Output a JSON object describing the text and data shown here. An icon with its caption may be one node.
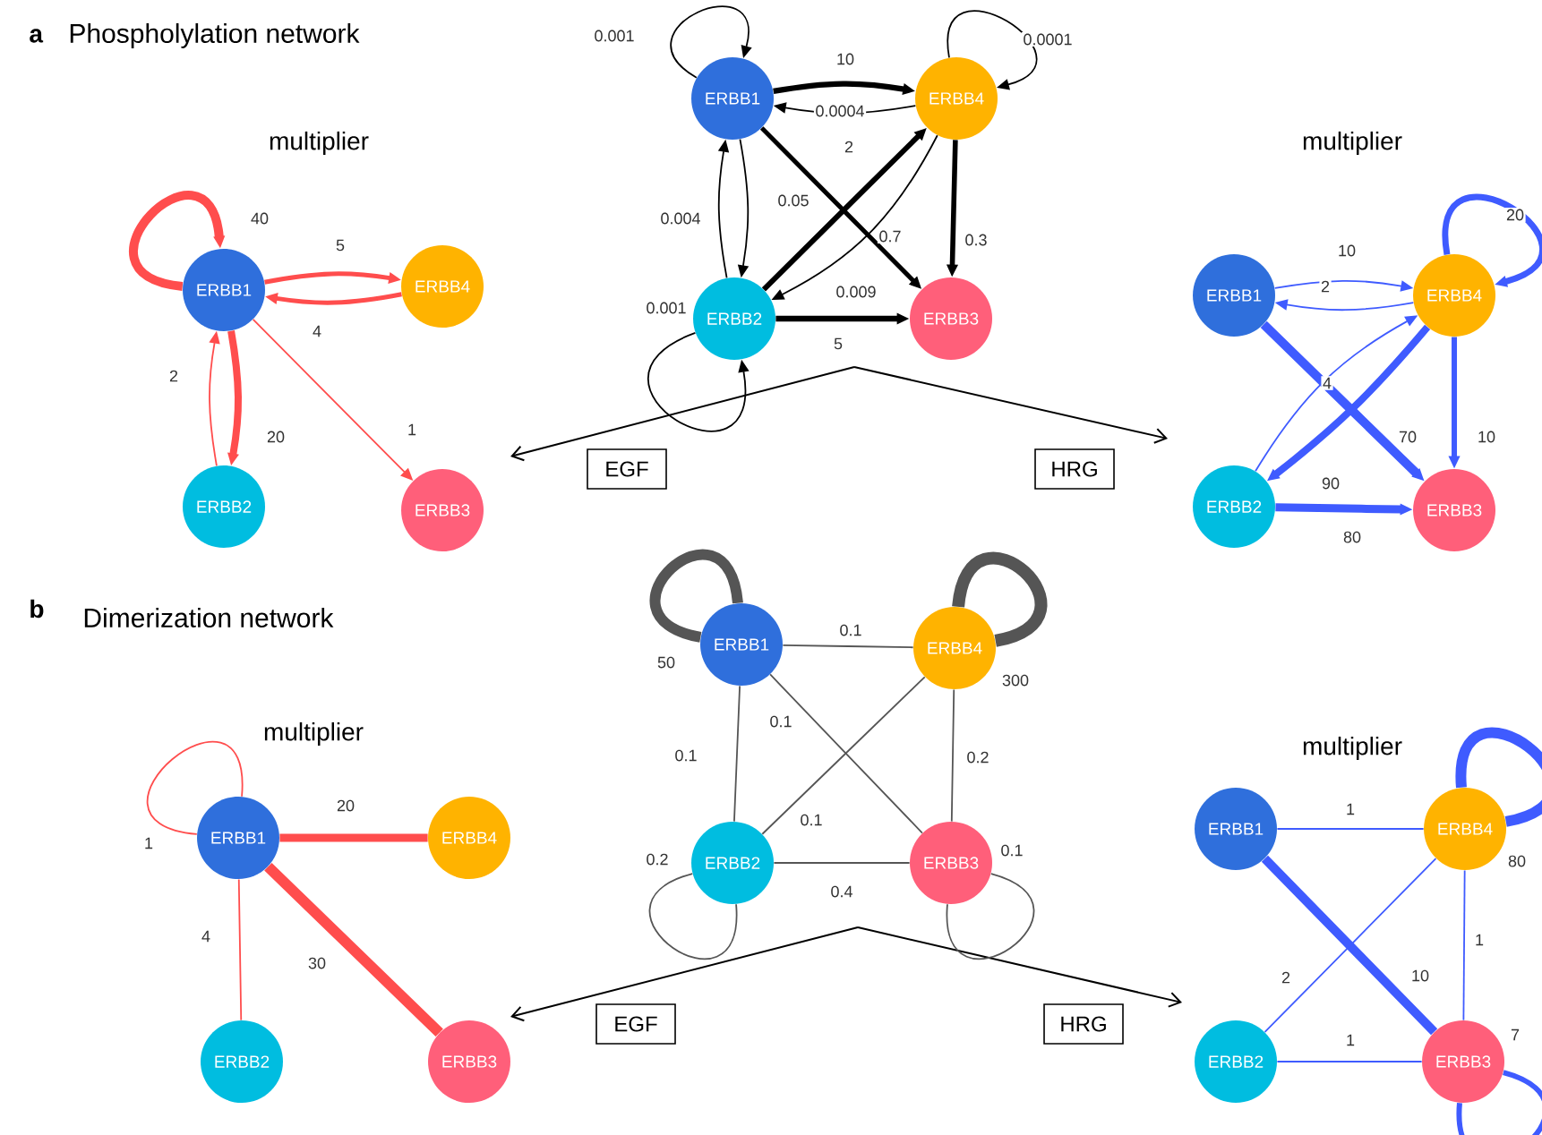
{
  "diagram": {
    "nodes": [
      {
        "text": [
          "ERBB1"
        ]
      },
      {
        "text": [
          "ERBB4"
        ]
      },
      {
        "text": [
          "ERBB2"
        ]
      },
      {
        "text": [
          "ERBB3"
        ]
      },
      {
        "text": [
          "ERBB1"
        ]
      },
      {
        "text": [
          "ERBB4"
        ]
      },
      {
        "text": [
          "ERBB2"
        ]
      },
      {
        "text": [
          "ERBB3"
        ]
      },
      {
        "text": [
          "ERBB1"
        ]
      },
      {
        "text": [
          "ERBB4"
        ]
      },
      {
        "text": [
          "ERBB2"
        ]
      },
      {
        "text": [
          "ERBB3"
        ]
      },
      {
        "text": [
          "EGF"
        ]
      },
      {
        "text": [
          "HRG"
        ]
      },
      {
        "text": [
          "ERBB1"
        ]
      },
      {
        "text": [
          "ERBB4"
        ]
      },
      {
        "text": [
          "ERBB2"
        ]
      },
      {
        "text": [
          "ERBB3"
        ]
      },
      {
        "text": [
          "ERBB1"
        ]
      },
      {
        "text": [
          "ERBB4"
        ]
      },
      {
        "text": [
          "ERBB2"
        ]
      },
      {
        "text": [
          "ERBB3"
        ]
      },
      {
        "text": [
          "ERBB1"
        ]
      },
      {
        "text": [
          "ERBB4"
        ]
      },
      {
        "text": [
          "ERBB2"
        ]
      },
      {
        "text": [
          "ERBB3"
        ]
      },
      {
        "text": [
          "EGF"
        ]
      },
      {
        "text": [
          "HRG"
        ]
      }
    ],
    "edges": [
      {
        "from": 0,
        "to": 0,
        "arrow": "to",
        "label": "0.001",
        "color": "#000000"
      },
      {
        "from": 0,
        "to": 1,
        "arrow": "to",
        "label": "10",
        "style": "thick",
        "color": "#000000"
      },
      {
        "from": 1,
        "to": 0,
        "arrow": "to",
        "label": "0.0004",
        "color": "#000000"
      },
      {
        "from": 1,
        "to": 1,
        "arrow": "to",
        "label": "0.0001",
        "color": "#000000"
      },
      {
        "from": 2,
        "to": 1,
        "arrow": "to",
        "label": "2",
        "style": "thick",
        "color": "#000000"
      },
      {
        "from": 1,
        "to": 2,
        "arrow": "to",
        "label": "0.009",
        "color": "#000000"
      },
      {
        "from": 0,
        "to": 2,
        "arrow": "to",
        "label": "0.05",
        "color": "#000000"
      },
      {
        "from": 2,
        "to": 0,
        "arrow": "to",
        "label": "0.004",
        "color": "#000000"
      },
      {
        "from": 0,
        "to": 3,
        "arrow": "to",
        "label": "0.7",
        "style": "thick",
        "color": "#000000"
      },
      {
        "from": 1,
        "to": 3,
        "arrow": "to",
        "label": "0.3",
        "style": "thick",
        "color": "#000000"
      },
      {
        "from": 2,
        "to": 3,
        "arrow": "to",
        "label": "5",
        "style": "thick",
        "color": "#000000"
      },
      {
        "from": 2,
        "to": 2,
        "arrow": "to",
        "label": "0.001",
        "color": "#000000"
      },
      {
        "from": 4,
        "to": 4,
        "arrow": "to",
        "label": "40",
        "style": "thick",
        "color": "#ff4d4d"
      },
      {
        "from": 4,
        "to": 5,
        "arrow": "to",
        "label": "5",
        "style": "thick",
        "color": "#ff4d4d"
      },
      {
        "from": 5,
        "to": 4,
        "arrow": "to",
        "label": "4",
        "style": "thick",
        "color": "#ff4d4d"
      },
      {
        "from": 6,
        "to": 4,
        "arrow": "to",
        "label": "2",
        "color": "#ff4d4d"
      },
      {
        "from": 4,
        "to": 6,
        "arrow": "to",
        "label": "20",
        "style": "thick",
        "color": "#ff4d4d"
      },
      {
        "from": 4,
        "to": 7,
        "arrow": "to",
        "label": "1",
        "color": "#ff4d4d"
      },
      {
        "from": 8,
        "to": 9,
        "arrow": "to",
        "label": "10",
        "color": "#3f5bff"
      },
      {
        "from": 9,
        "to": 8,
        "arrow": "to",
        "label": "2",
        "color": "#3f5bff"
      },
      {
        "from": 10,
        "to": 9,
        "arrow": "to",
        "label": "4",
        "color": "#3f5bff"
      },
      {
        "from": 9,
        "to": 10,
        "arrow": "to",
        "label": "90",
        "style": "thick",
        "color": "#3f5bff"
      },
      {
        "from": 8,
        "to": 11,
        "arrow": "to",
        "label": "70",
        "style": "thick",
        "color": "#3f5bff"
      },
      {
        "from": 9,
        "to": 11,
        "arrow": "to",
        "label": "10",
        "style": "thick",
        "color": "#3f5bff"
      },
      {
        "from": 10,
        "to": 11,
        "arrow": "to",
        "label": "80",
        "style": "thick",
        "color": "#3f5bff"
      },
      {
        "from": 9,
        "to": 9,
        "arrow": "to",
        "label": "20",
        "style": "thick",
        "color": "#3f5bff"
      },
      {
        "from": 14,
        "to": 14,
        "arrow": "none",
        "label": "50",
        "style": "thick",
        "color": "#555555"
      },
      {
        "from": 14,
        "to": 15,
        "arrow": "none",
        "label": "0.1",
        "color": "#555555"
      },
      {
        "from": 14,
        "to": 17,
        "arrow": "none",
        "label": "0.1",
        "color": "#555555"
      },
      {
        "from": 14,
        "to": 16,
        "arrow": "none",
        "label": "0.1",
        "color": "#555555"
      },
      {
        "from": 15,
        "to": 15,
        "arrow": "none",
        "label": "300",
        "style": "thick",
        "color": "#555555"
      },
      {
        "from": 15,
        "to": 16,
        "arrow": "none",
        "label": "0.1",
        "color": "#555555"
      },
      {
        "from": 15,
        "to": 17,
        "arrow": "none",
        "label": "0.2",
        "color": "#555555"
      },
      {
        "from": 16,
        "to": 16,
        "arrow": "none",
        "label": "0.2",
        "color": "#555555"
      },
      {
        "from": 16,
        "to": 17,
        "arrow": "none",
        "label": "0.4",
        "color": "#555555"
      },
      {
        "from": 17,
        "to": 17,
        "arrow": "none",
        "label": "0.1",
        "color": "#555555"
      },
      {
        "from": 18,
        "to": 18,
        "arrow": "none",
        "label": "1",
        "color": "#ff4d4d"
      },
      {
        "from": 18,
        "to": 19,
        "arrow": "none",
        "label": "20",
        "style": "thick",
        "color": "#ff4d4d"
      },
      {
        "from": 18,
        "to": 20,
        "arrow": "none",
        "label": "4",
        "color": "#ff4d4d"
      },
      {
        "from": 18,
        "to": 21,
        "arrow": "none",
        "label": "30",
        "style": "thick",
        "color": "#ff4d4d"
      },
      {
        "from": 22,
        "to": 23,
        "arrow": "none",
        "label": "1",
        "color": "#3f5bff"
      },
      {
        "from": 22,
        "to": 25,
        "arrow": "none",
        "label": "10",
        "style": "thick",
        "color": "#3f5bff"
      },
      {
        "from": 23,
        "to": 24,
        "arrow": "none",
        "label": "2",
        "color": "#3f5bff"
      },
      {
        "from": 23,
        "to": 23,
        "arrow": "none",
        "label": "80",
        "style": "thick",
        "color": "#3f5bff"
      },
      {
        "from": 23,
        "to": 25,
        "arrow": "none",
        "label": "1",
        "color": "#3f5bff"
      },
      {
        "from": 24,
        "to": 25,
        "arrow": "none",
        "label": "1",
        "color": "#3f5bff"
      },
      {
        "from": 25,
        "to": 25,
        "arrow": "none",
        "label": "7",
        "style": "thick",
        "color": "#3f5bff"
      }
    ],
    "labels": [
      "a",
      "Phospholylation network",
      "multiplier",
      "multiplier",
      "b",
      "Dimerization network",
      "multiplier",
      "multiplier"
    ]
  }
}
